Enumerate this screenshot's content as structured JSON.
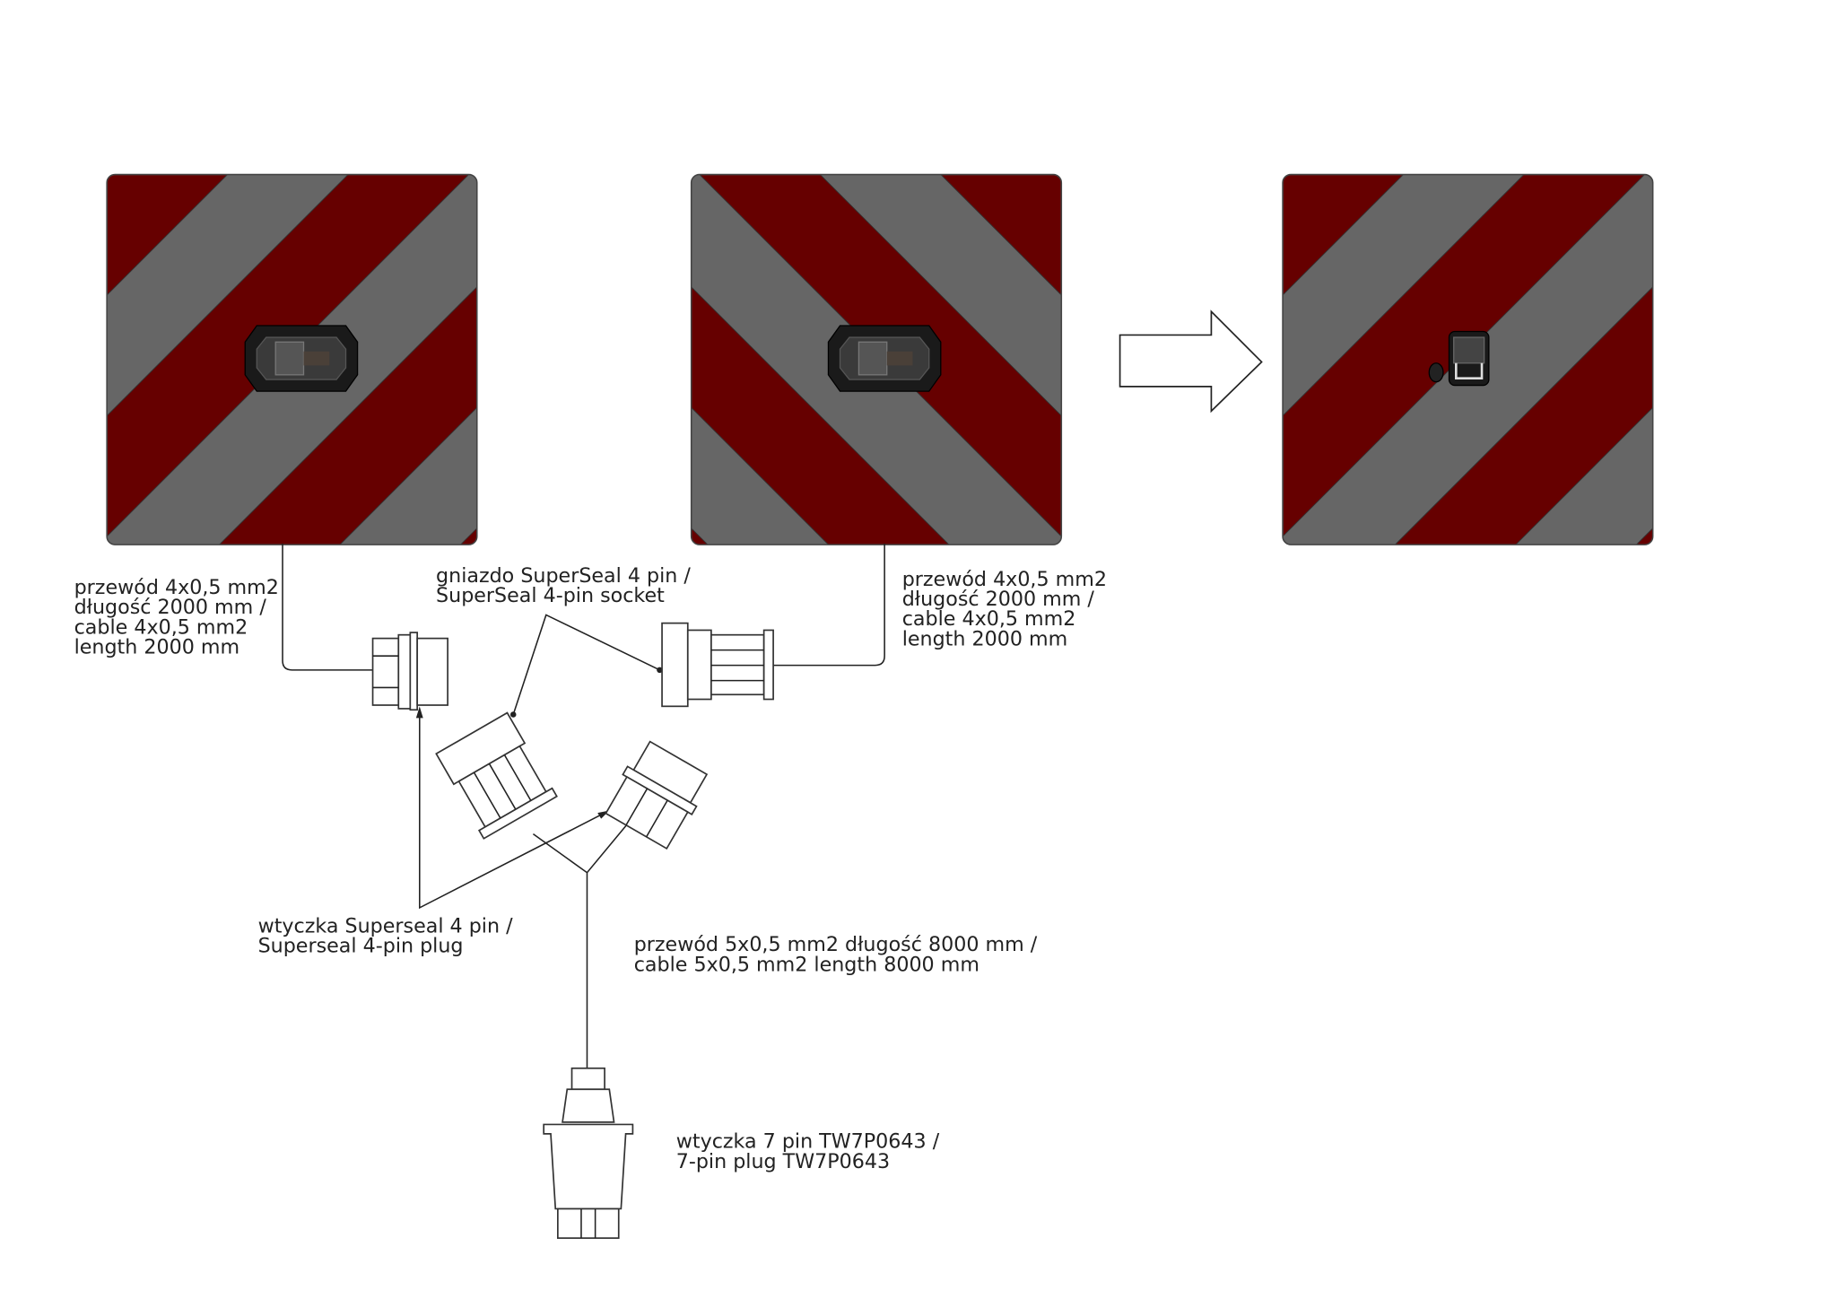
{
  "colors": {
    "stripe_red": "#660000",
    "stripe_gray": "#666666",
    "lamp": "#1a1a1a",
    "line": "#222222"
  },
  "labels": {
    "left_cable": [
      "przewód 4x0,5 mm2",
      "długość 2000 mm /",
      "cable 4x0,5 mm2",
      "length 2000 mm"
    ],
    "socket": [
      "gniazdo SuperSeal 4 pin /",
      "SuperSeal 4-pin socket"
    ],
    "right_cable": [
      "przewód 4x0,5 mm2",
      "długość 2000 mm /",
      "cable 4x0,5 mm2",
      "length 2000 mm"
    ],
    "plug": [
      "wtyczka  Superseal 4 pin /",
      "Superseal 4-pin plug"
    ],
    "main_cable": [
      "przewód 5x0,5 mm2 długość 8000 mm /",
      "cable 5x0,5 mm2 length 8000 mm"
    ],
    "seven_pin_plug": [
      "wtyczka 7 pin TW7P0643 /",
      "7-pin plug TW7P0643"
    ]
  },
  "icons": {
    "boards": "warning-board-icon",
    "arrow": "right-arrow-icon",
    "lamp": "lamp-icon"
  }
}
